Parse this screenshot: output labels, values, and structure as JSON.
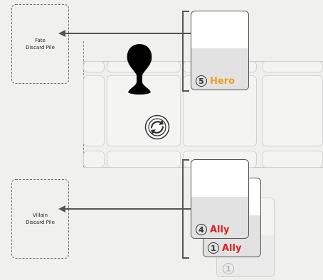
{
  "piles": {
    "fate": {
      "line1": "Fate",
      "line2": "Discard Pile"
    },
    "villain": {
      "line1": "Villain",
      "line2": "Discard Pile"
    }
  },
  "cards": {
    "hero": {
      "cost": "5",
      "type": "Hero",
      "type_color": "#f0a020"
    },
    "ally_top": {
      "cost": "4",
      "type": "Ally",
      "type_color": "#e02020"
    },
    "ally_mid": {
      "cost": "1",
      "type": "Ally",
      "type_color": "#e02020"
    },
    "ghost": {
      "cost": "1"
    }
  },
  "icons": {
    "pawn": "character-pawn-icon",
    "token": "swirl-token-icon"
  },
  "colors": {
    "arrow": "#555555",
    "hero": "#f0a020",
    "ally": "#e02020"
  }
}
